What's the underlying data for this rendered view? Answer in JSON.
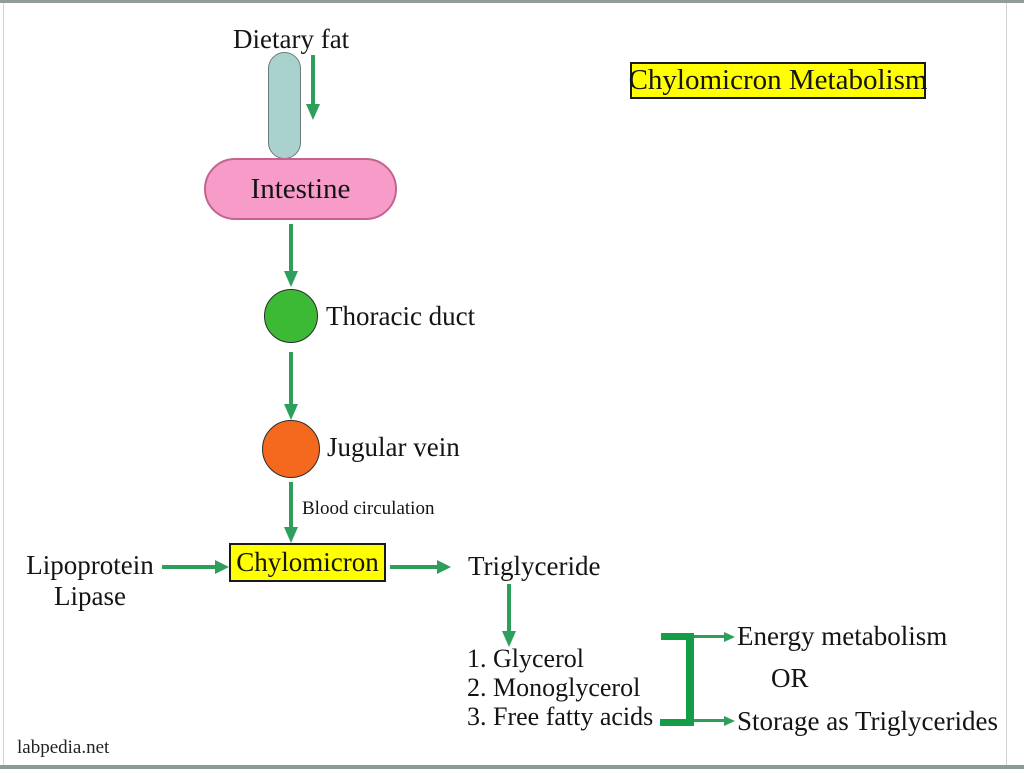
{
  "title": "Chylomicron Metabolism",
  "watermark": "labpedia.net",
  "flow": {
    "dietary_fat": "Dietary fat",
    "intestine": "Intestine",
    "thoracic_duct": "Thoracic duct",
    "jugular_vein": "Jugular vein",
    "blood_circulation": "Blood circulation",
    "chylomicron": "Chylomicron",
    "lipoprotein_line1": "Lipoprotein",
    "lipoprotein_line2": "Lipase",
    "triglyceride": "Triglyceride",
    "breakdown": [
      "1. Glycerol",
      "2. Monoglycerol",
      "3. Free fatty acids"
    ],
    "fate_top": "Energy metabolism",
    "fate_or": "OR",
    "fate_bottom": "Storage as Triglycerides"
  },
  "colors": {
    "arrow_green": "#2e9e5b",
    "bracket_green": "#149c49",
    "dietary_fat_capsule": "#a9d2cf",
    "intestine_pink": "#f79bc9",
    "thoracic_duct_green": "#3cba35",
    "jugular_vein_orange": "#f4691d",
    "highlight_yellow": "#ffff00"
  }
}
